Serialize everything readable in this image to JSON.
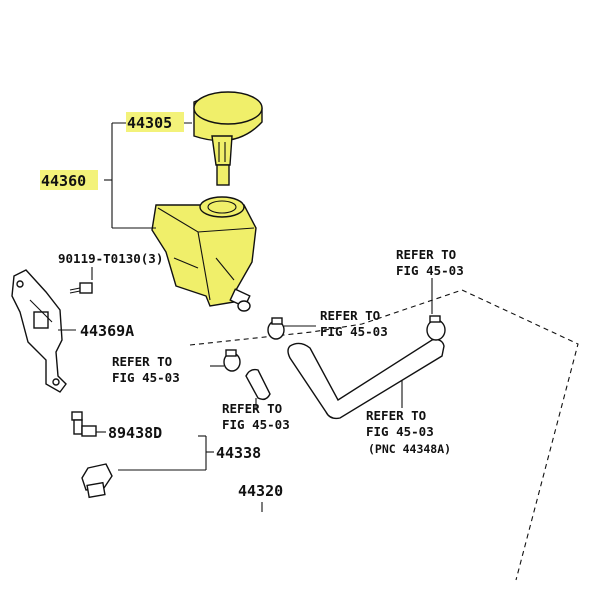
{
  "colors": {
    "highlight": "#f0ef6a",
    "label_highlight": "#f3f27a",
    "ink": "#111111",
    "background": "#ffffff"
  },
  "labels": {
    "cap": "44305",
    "reservoir": "44360",
    "bolt": "90119-T0130(3)",
    "bracket": "44369A",
    "union": "89438D",
    "bolt_group": "44338",
    "pump": "44320"
  },
  "references": {
    "upper_right": [
      "REFER TO",
      "FIG 45-03"
    ],
    "middle": [
      "REFER TO",
      "FIG 45-03"
    ],
    "left": [
      "REFER TO",
      "FIG 45-03"
    ],
    "lower_middle": [
      "REFER TO",
      "FIG 45-03"
    ],
    "lower_right": [
      "REFER TO",
      "FIG 45-03",
      "(PNC 44348A)"
    ]
  }
}
